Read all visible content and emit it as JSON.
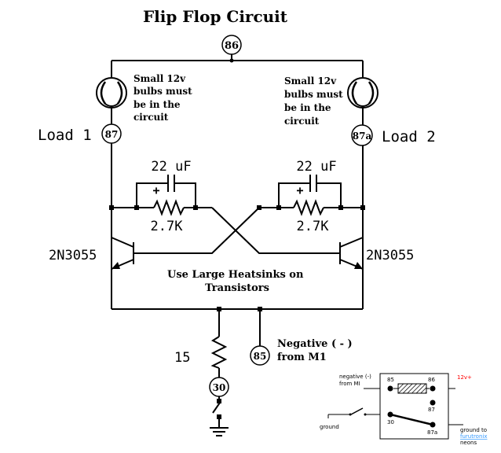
{
  "title": "Flip Flop Circuit",
  "terminals": {
    "t86": "86",
    "t87": "87",
    "t87a": "87a",
    "t85": "85",
    "t30": "30"
  },
  "notes": {
    "left_bulb": [
      "Small 12v",
      "bulbs must",
      "be in the",
      "circuit"
    ],
    "right_bulb": [
      "Small 12v",
      "bulbs must",
      "be in the",
      "circuit"
    ],
    "heatsink": [
      "Use Large Heatsinks on",
      "Transistors"
    ],
    "negative": [
      "Negative ( - )",
      "from M1"
    ]
  },
  "loads": {
    "left": "Load 1",
    "right": "Load 2"
  },
  "components": {
    "cap_left": "22 uF",
    "cap_right": "22 uF",
    "cap_polarity": "+",
    "res_left": "2.7K",
    "res_right": "2.7K",
    "transistor_left": "2N3055",
    "transistor_right": "2N3055",
    "resistor_bottom": "15"
  },
  "relay_inset": {
    "neg_label": [
      "negative (-)",
      "from MI"
    ],
    "pos_label": "12v+",
    "ground_label": "ground",
    "ground_to_label": "ground to",
    "link_label": "furutronix",
    "neons_label": "neons",
    "pin85": "85",
    "pin86": "86",
    "pin87": "87",
    "pin30": "30",
    "pin87a": "87a",
    "pos_color": "#ff0000",
    "link_color": "#3399ff"
  }
}
